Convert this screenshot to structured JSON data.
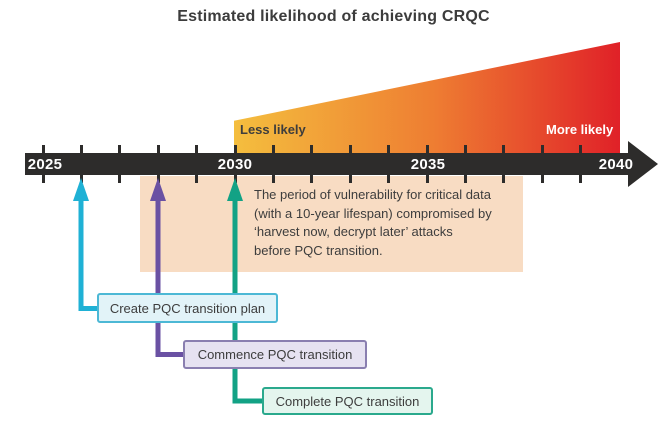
{
  "title": "Estimated likelihood of achieving CRQC",
  "gradient": {
    "less_label": "Less likely",
    "more_label": "More likely",
    "start_color": "#f4be3e",
    "mid_color": "#ee7d32",
    "end_color": "#e02128"
  },
  "timeline": {
    "bar_color": "#2d2c2b",
    "year_labels": [
      "2025",
      "2030",
      "2035",
      "2040"
    ]
  },
  "note": {
    "text": "The period of vulnerability for critical data\n(with a 10-year lifespan) compromised by\n‘harvest now, decrypt later’ attacks\nbefore PQC transition.",
    "bg_color": "#f8dcc3"
  },
  "milestones": [
    {
      "label": "Create PQC transition plan",
      "arrow_color": "#1fb1d5",
      "box_fill": "#e2f3f8",
      "box_border": "#4cb8d5"
    },
    {
      "label": "Commence PQC transition",
      "arrow_color": "#6a51a3",
      "box_fill": "#e6e2f1",
      "box_border": "#8a7fb0"
    },
    {
      "label": "Complete PQC transition",
      "arrow_color": "#12a285",
      "box_fill": "#e4f5ee",
      "box_border": "#2aa98d"
    }
  ]
}
